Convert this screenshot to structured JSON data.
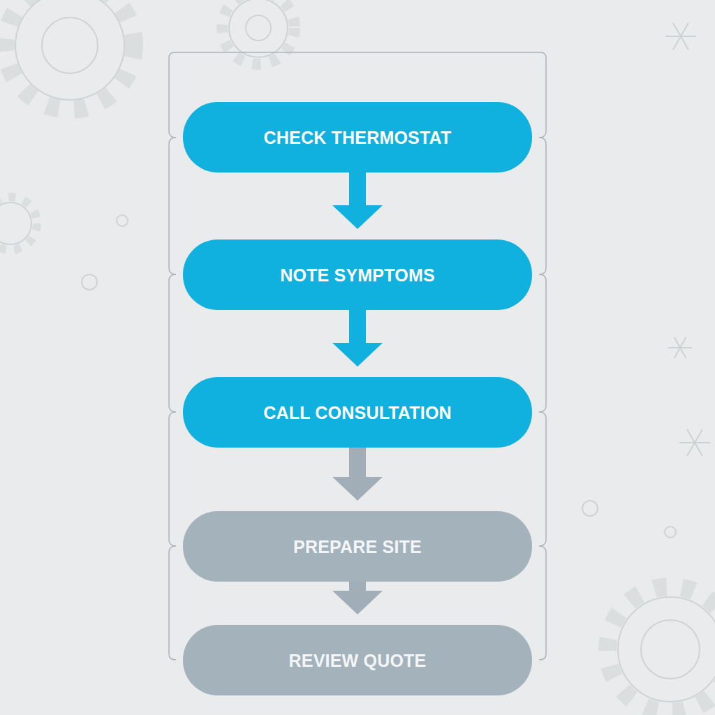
{
  "diagram": {
    "nodes": [
      {
        "text": [
          "CHECK THERMOSTAT"
        ]
      },
      {
        "text": [
          "NOTE SYMPTOMS"
        ]
      },
      {
        "text": [
          "CALL CONSULTATION"
        ]
      },
      {
        "text": [
          "PREPARE SITE"
        ]
      },
      {
        "text": [
          "REVIEW QUOTE"
        ]
      }
    ],
    "edges": [
      {
        "from": 0,
        "to": 1,
        "arrow": "to"
      },
      {
        "from": 1,
        "to": 2,
        "arrow": "to"
      },
      {
        "from": 2,
        "to": 3,
        "arrow": "to"
      },
      {
        "from": 3,
        "to": 4,
        "arrow": "to"
      }
    ]
  }
}
